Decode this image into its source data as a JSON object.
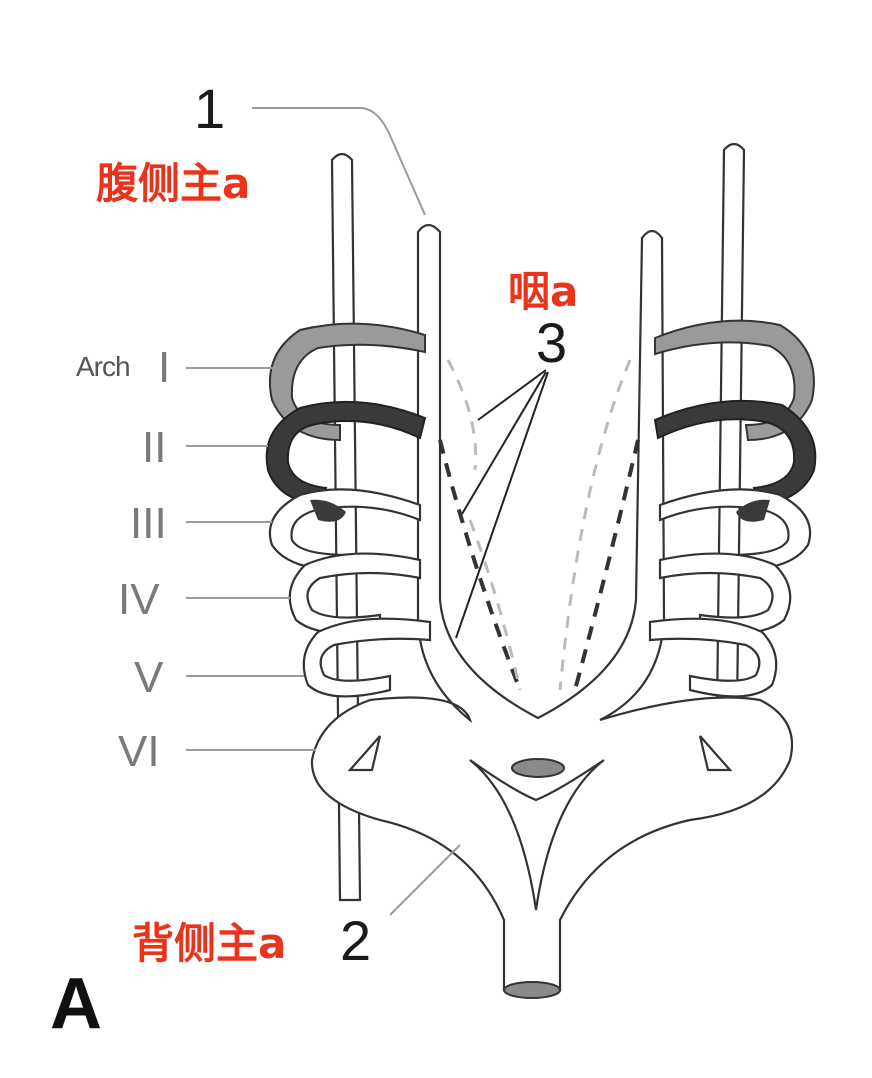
{
  "labels": {
    "ventral_aorta_number": "1",
    "ventral_aorta_cn": "腹侧主a",
    "pharyngeal_cn": "咽a",
    "pharyngeal_number": "3",
    "dorsal_aorta_cn": "背侧主a",
    "dorsal_aorta_number": "2",
    "panel_letter": "A"
  },
  "arches": [
    {
      "text": "Arch",
      "roman": "I"
    },
    {
      "roman": "II"
    },
    {
      "roman": "III"
    },
    {
      "roman": "IV"
    },
    {
      "roman": "V"
    },
    {
      "roman": "VI"
    }
  ],
  "colors": {
    "annotation_red": "#e8341c",
    "arch_I_fill": "#9a9a9a",
    "arch_II_fill": "#3a3a3a",
    "arch_III_fill": "#3a3a3a",
    "outline": "#333333"
  }
}
